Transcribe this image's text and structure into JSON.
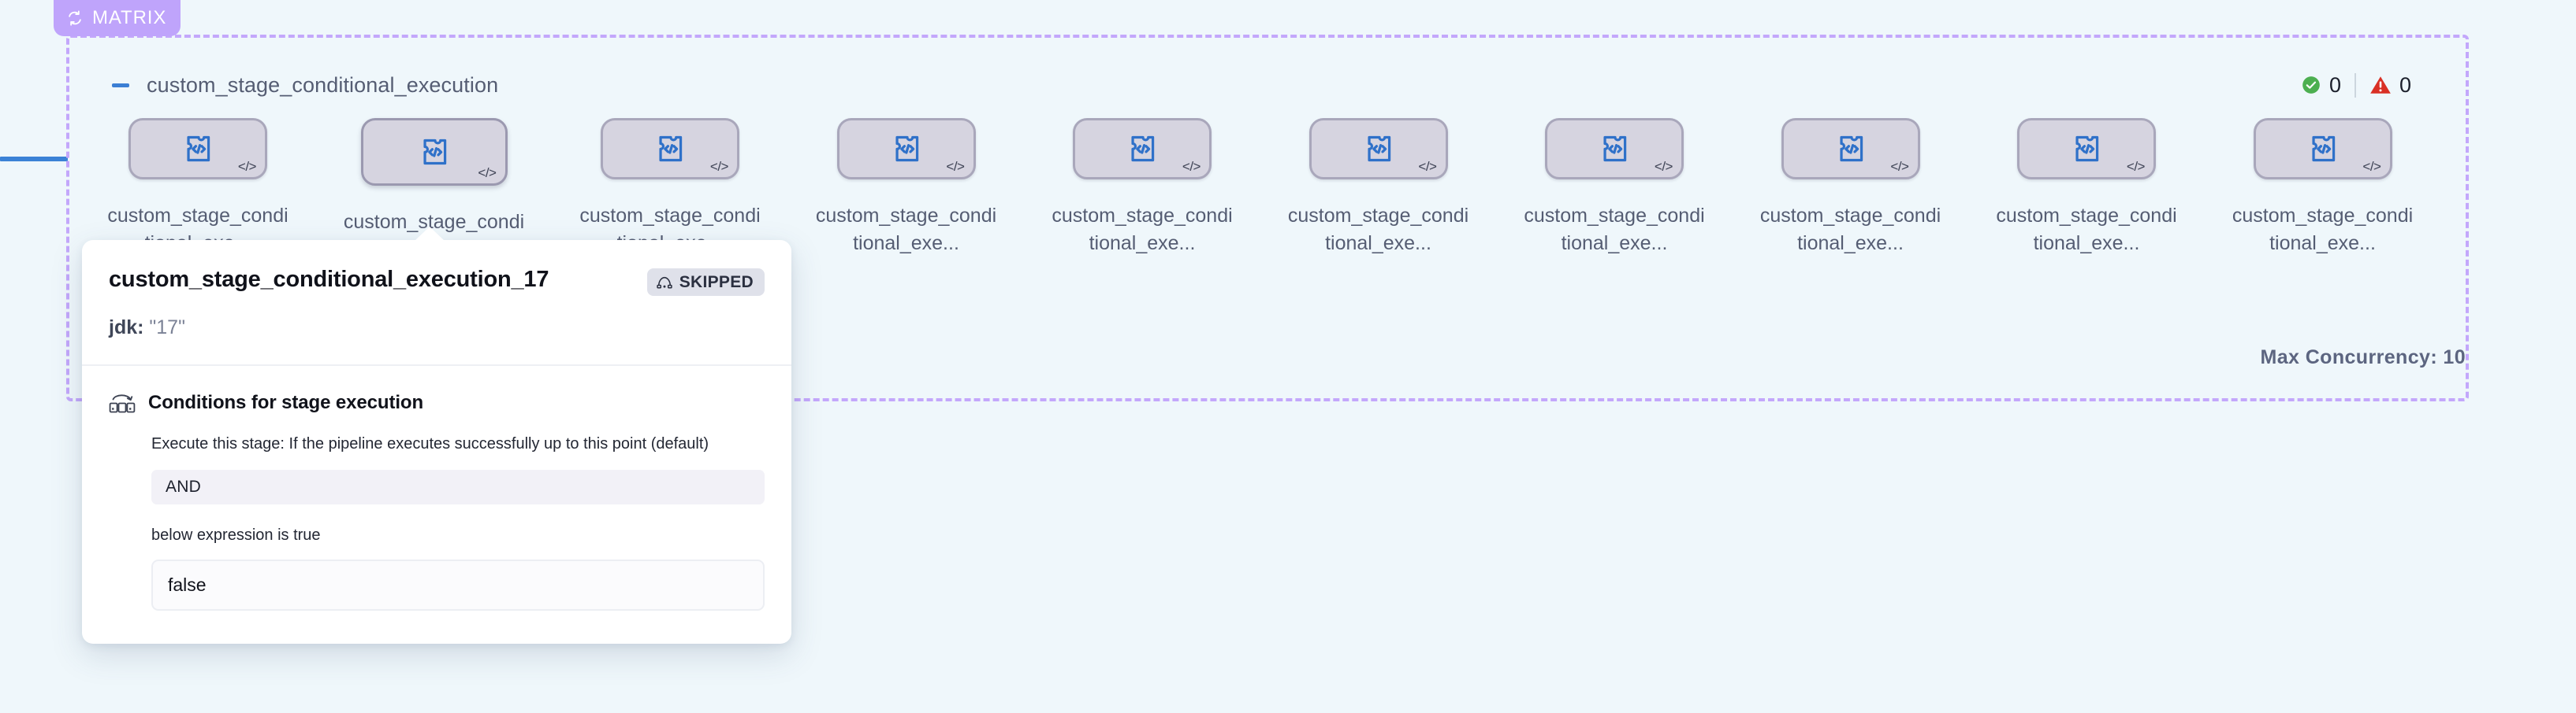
{
  "badge": {
    "icon": "repeat-loop-icon",
    "label": "MATRIX"
  },
  "group": {
    "collapse_icon": "minus-collapse-icon",
    "title": "custom_stage_conditional_execution",
    "max_concurrency_label": "Max Concurrency: 10",
    "status": {
      "success_icon": "check-circle-icon",
      "success_count": "0",
      "warning_icon": "warning-triangle-icon",
      "warning_count": "0"
    }
  },
  "nodes": [
    {
      "label": "custom_stage_conditional_exe...",
      "icon": "plugin-code-icon",
      "corner_icon": "code-brackets-icon",
      "active": false
    },
    {
      "label": "custom_stage_conditional_exe...",
      "icon": "plugin-code-icon",
      "corner_icon": "code-brackets-icon",
      "active": true
    },
    {
      "label": "custom_stage_conditional_exe...",
      "icon": "plugin-code-icon",
      "corner_icon": "code-brackets-icon",
      "active": false
    },
    {
      "label": "custom_stage_conditional_exe...",
      "icon": "plugin-code-icon",
      "corner_icon": "code-brackets-icon",
      "active": false
    },
    {
      "label": "custom_stage_conditional_exe...",
      "icon": "plugin-code-icon",
      "corner_icon": "code-brackets-icon",
      "active": false
    },
    {
      "label": "custom_stage_conditional_exe...",
      "icon": "plugin-code-icon",
      "corner_icon": "code-brackets-icon",
      "active": false
    },
    {
      "label": "custom_stage_conditional_exe...",
      "icon": "plugin-code-icon",
      "corner_icon": "code-brackets-icon",
      "active": false
    },
    {
      "label": "custom_stage_conditional_exe...",
      "icon": "plugin-code-icon",
      "corner_icon": "code-brackets-icon",
      "active": false
    },
    {
      "label": "custom_stage_conditional_exe...",
      "icon": "plugin-code-icon",
      "corner_icon": "code-brackets-icon",
      "active": false
    },
    {
      "label": "custom_stage_conditional_exe...",
      "icon": "plugin-code-icon",
      "corner_icon": "code-brackets-icon",
      "active": false
    }
  ],
  "popover": {
    "title": "custom_stage_conditional_execution_17",
    "status_badge": {
      "icon": "skip-arc-icon",
      "label": "SKIPPED"
    },
    "param_key": "jdk:",
    "param_value": "\"17\"",
    "conditions": {
      "icon": "conditional-steps-icon",
      "heading": "Conditions for stage execution",
      "description": "Execute this stage: If the pipeline executes successfully up to this point (default)",
      "operator": "AND",
      "sub_label": "below expression is true",
      "expression": "false"
    }
  },
  "colors": {
    "canvas_background": "#eff7fb",
    "matrix_accent": "#bfa4fb",
    "dashed_border": "#c3a7fb",
    "edge_blue": "#3b82d6",
    "node_fill": "#d6d4e0",
    "node_border": "#a9a7bb",
    "plugin_blue": "#2f71c9",
    "success_green": "#4caf50",
    "warning_red": "#d93025",
    "text_slate": "#555d73"
  }
}
